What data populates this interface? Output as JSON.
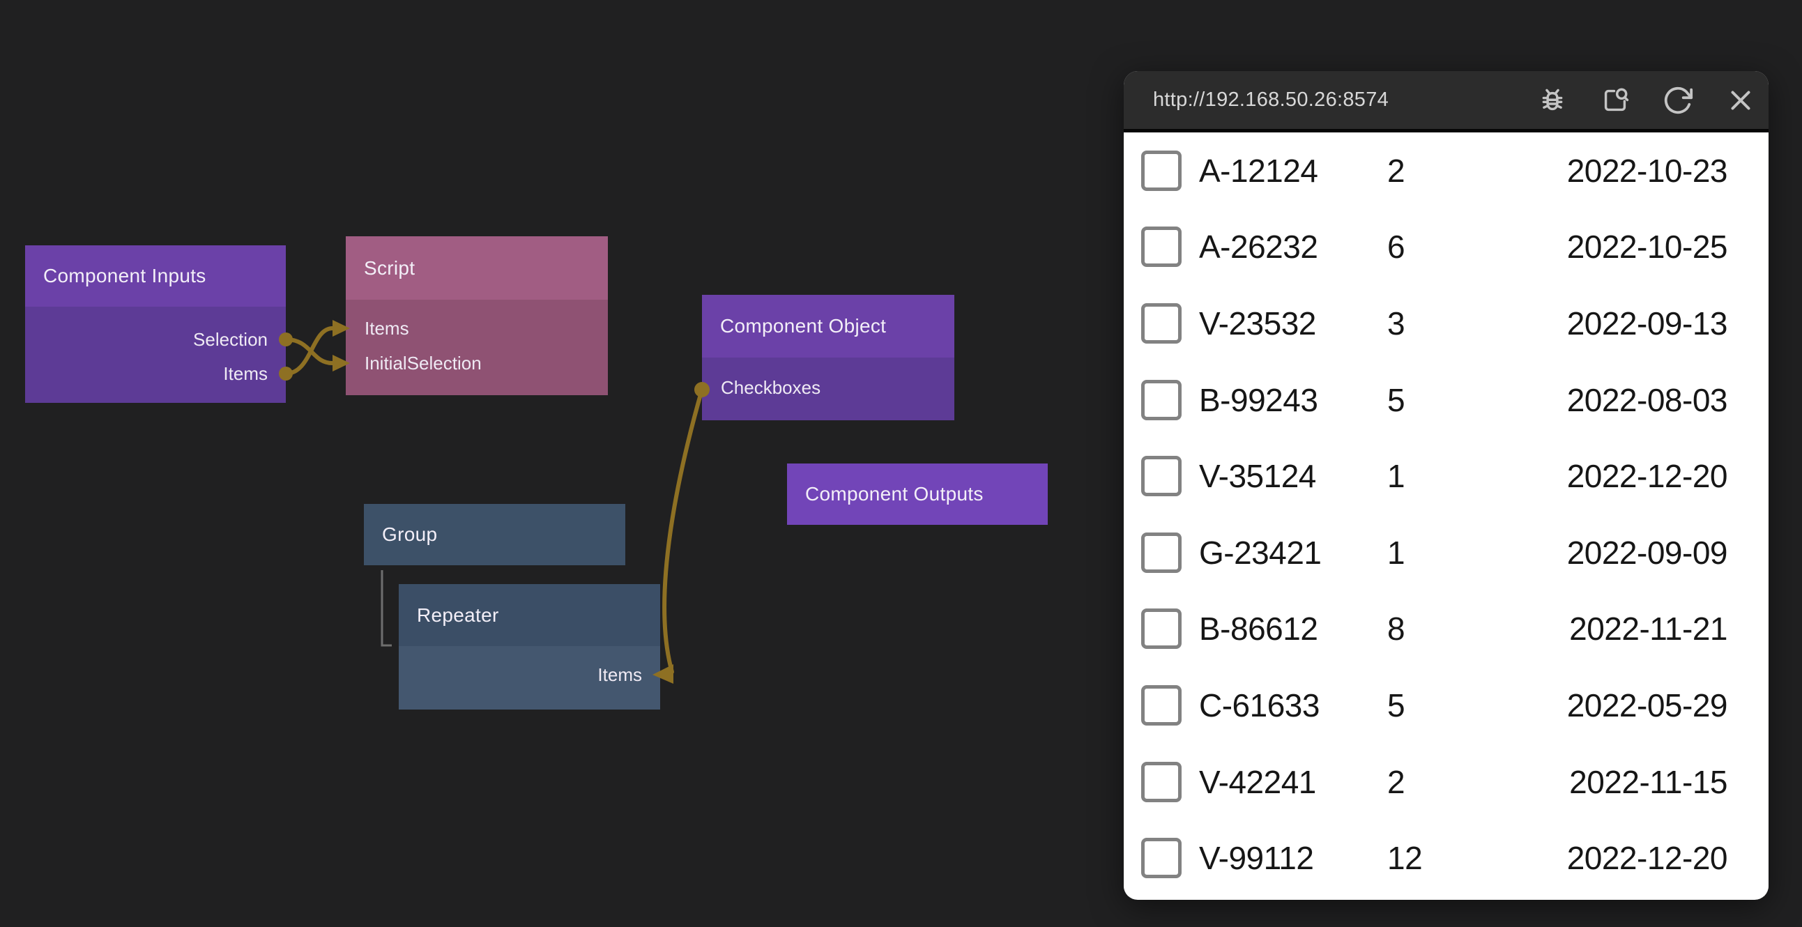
{
  "canvas": {
    "colors": {
      "background": "#202021",
      "wire": "#8e7023",
      "port_dot": "#8e7023",
      "bracket": "#6e6e6e",
      "node_purple_header": "#6b41a8",
      "node_purple_body": "#5d3b96",
      "node_outputs": "#7245b8",
      "node_script_header": "#a15d83",
      "node_script_body": "#8f5273",
      "node_blue_header": "#3b4e66",
      "node_blue_body": "#44576f",
      "node_group": "#3d5168"
    },
    "nodes": [
      {
        "title": "Component Inputs",
        "ports": [
          {
            "name": "Selection",
            "dir": "output"
          },
          {
            "name": "Items",
            "dir": "output"
          }
        ]
      },
      {
        "title": "Script",
        "ports": [
          {
            "name": "Items",
            "dir": "input"
          },
          {
            "name": "InitialSelection",
            "dir": "input"
          }
        ]
      },
      {
        "title": "Component Object",
        "ports": [
          {
            "name": "Checkboxes",
            "dir": "input"
          }
        ]
      },
      {
        "title": "Component Outputs",
        "ports": []
      },
      {
        "title": "Group",
        "ports": []
      },
      {
        "title": "Repeater",
        "ports": [
          {
            "name": "Items",
            "dir": "output"
          }
        ]
      }
    ],
    "connections": [
      {
        "from": "Component Inputs.Selection",
        "to": "Script.InitialSelection"
      },
      {
        "from": "Component Inputs.Items",
        "to": "Script.Items"
      },
      {
        "from": "Repeater.Items",
        "to": "Component Object.Checkboxes"
      }
    ]
  },
  "browser": {
    "url": "http://192.168.50.26:8574",
    "icons": [
      "bug",
      "inspect",
      "refresh",
      "close"
    ],
    "colors": {
      "chrome": "#2c2c2c",
      "url_text": "#d8d8d8",
      "icon": "#c4c4c4",
      "body": "#ffffff",
      "row_text": "#161616",
      "checkbox_border": "#828282"
    },
    "rows": [
      {
        "checked": false,
        "id": "A-12124",
        "qty": "2",
        "date": "2022-10-23"
      },
      {
        "checked": false,
        "id": "A-26232",
        "qty": "6",
        "date": "2022-10-25"
      },
      {
        "checked": false,
        "id": "V-23532",
        "qty": "3",
        "date": "2022-09-13"
      },
      {
        "checked": false,
        "id": "B-99243",
        "qty": "5",
        "date": "2022-08-03"
      },
      {
        "checked": false,
        "id": "V-35124",
        "qty": "1",
        "date": "2022-12-20"
      },
      {
        "checked": false,
        "id": "G-23421",
        "qty": "1",
        "date": "2022-09-09"
      },
      {
        "checked": false,
        "id": "B-86612",
        "qty": "8",
        "date": "2022-11-21"
      },
      {
        "checked": false,
        "id": "C-61633",
        "qty": "5",
        "date": "2022-05-29"
      },
      {
        "checked": false,
        "id": "V-42241",
        "qty": "2",
        "date": "2022-11-15"
      },
      {
        "checked": false,
        "id": "V-99112",
        "qty": "12",
        "date": "2022-12-20"
      }
    ]
  }
}
